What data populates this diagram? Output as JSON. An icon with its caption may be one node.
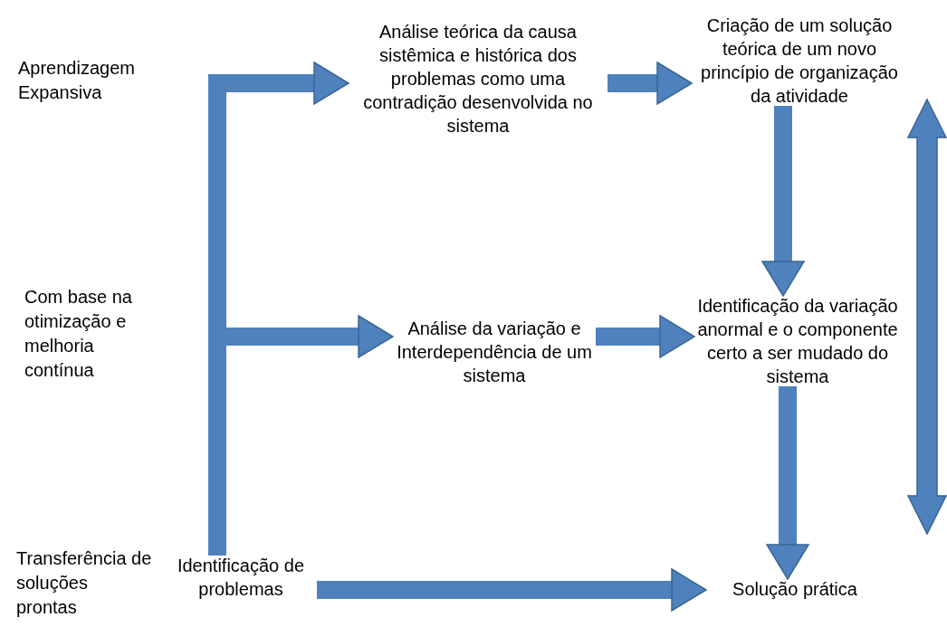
{
  "diagram": {
    "nodes": [
      {
        "text": [
          "Identificação de problemas"
        ]
      },
      {
        "text": [
          "Análise teórica  da causa sistêmica e histórica dos problemas como uma contradição desenvolvida no sistema"
        ]
      },
      {
        "text": [
          "Análise da variação e Interdependência de um sistema"
        ]
      },
      {
        "text": [
          "Criação de um solução teórica de um novo princípio de organização da atividade"
        ]
      },
      {
        "text": [
          "Identificação da variação anormal e o componente certo a ser mudado do sistema"
        ]
      },
      {
        "text": [
          "Solução prática"
        ]
      }
    ],
    "edges": [
      {
        "from": 0,
        "to": 1,
        "arrow": "to"
      },
      {
        "from": 0,
        "to": 2,
        "arrow": "to"
      },
      {
        "from": 0,
        "to": 5,
        "arrow": "to"
      },
      {
        "from": 1,
        "to": 3,
        "arrow": "to"
      },
      {
        "from": 2,
        "to": 4,
        "arrow": "to"
      },
      {
        "from": 3,
        "to": 4,
        "arrow": "to"
      },
      {
        "from": 4,
        "to": 5,
        "arrow": "to"
      }
    ],
    "labels": [
      "Aprendizagem Expansiva",
      "Com base na otimização e melhoria contínua",
      "Transferência de soluções prontas"
    ]
  }
}
